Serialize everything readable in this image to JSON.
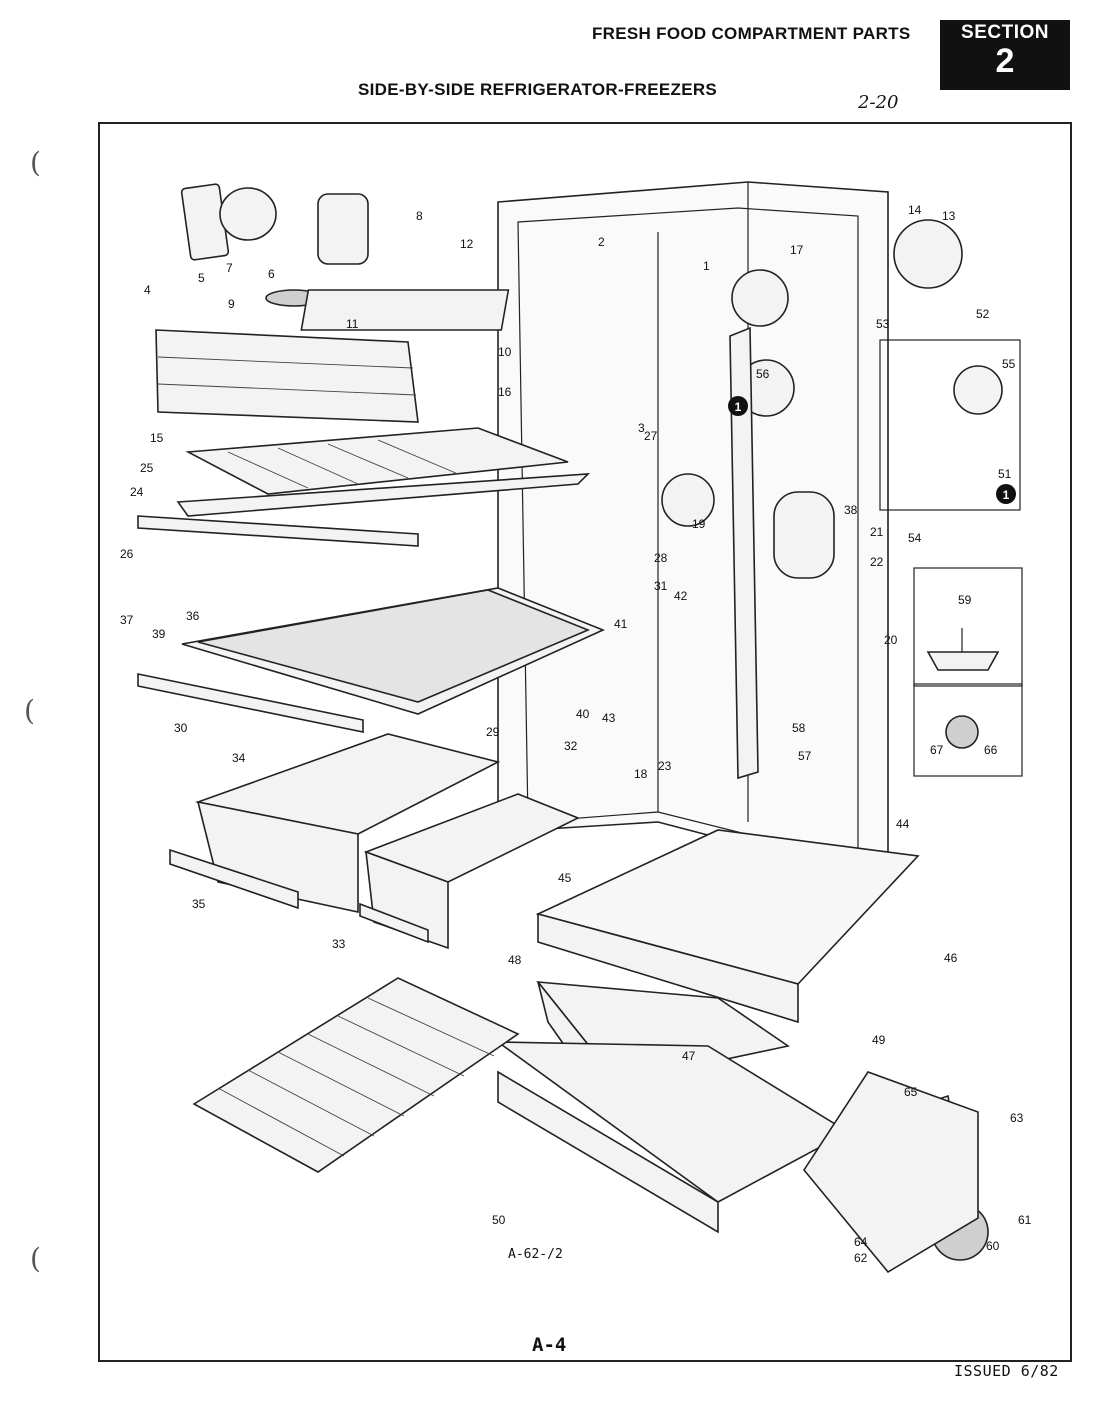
{
  "header": {
    "title": "FRESH FOOD COMPARTMENT PARTS",
    "section_label": "SECTION",
    "section_number": "2",
    "subtitle": "SIDE-BY-SIDE REFRIGERATOR-FREEZERS",
    "handwritten_note": "2-20"
  },
  "diagram": {
    "drawing_code": "A-62-/2",
    "detail_marker": "1",
    "callouts": [
      "1",
      "2",
      "3",
      "4",
      "5",
      "6",
      "7",
      "8",
      "9",
      "10",
      "11",
      "12",
      "13",
      "14",
      "15",
      "16",
      "17",
      "18",
      "19",
      "20",
      "21",
      "22",
      "23",
      "24",
      "25",
      "26",
      "27",
      "28",
      "29",
      "30",
      "31",
      "32",
      "33",
      "34",
      "35",
      "36",
      "37",
      "38",
      "39",
      "40",
      "41",
      "42",
      "43",
      "44",
      "45",
      "46",
      "47",
      "48",
      "49",
      "50",
      "51",
      "52",
      "53",
      "54",
      "55",
      "56",
      "57",
      "58",
      "59",
      "60",
      "61",
      "62",
      "63",
      "64",
      "65",
      "66",
      "67"
    ]
  },
  "footer": {
    "page_code": "A-4",
    "issued": "ISSUED 6/82"
  }
}
